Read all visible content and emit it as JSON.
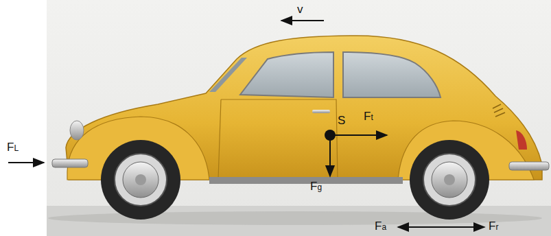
{
  "diagram": {
    "labels": [
      "v",
      "FL",
      "S",
      "Ft",
      "Fg",
      "Fa",
      "Fr"
    ]
  }
}
